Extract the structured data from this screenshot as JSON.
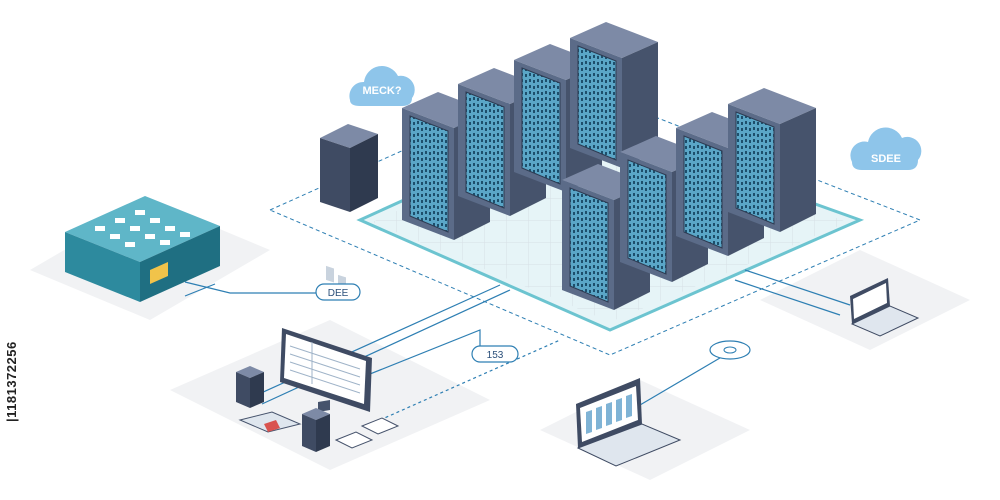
{
  "labels": {
    "cloud_left": "MECK?",
    "cloud_right": "SDEE",
    "bubble_left": "DEE",
    "bubble_center": "153"
  },
  "side_code": "|1181372256",
  "colors": {
    "rack_body": "#5b6b88",
    "rack_side": "#46536c",
    "rack_top": "#7d8aa6",
    "screen": "#4a9bc0",
    "cloud": "#8ec5ea",
    "building": "#2d8a9e",
    "line": "#2e7fb3",
    "platform": "#e6f4f7"
  }
}
